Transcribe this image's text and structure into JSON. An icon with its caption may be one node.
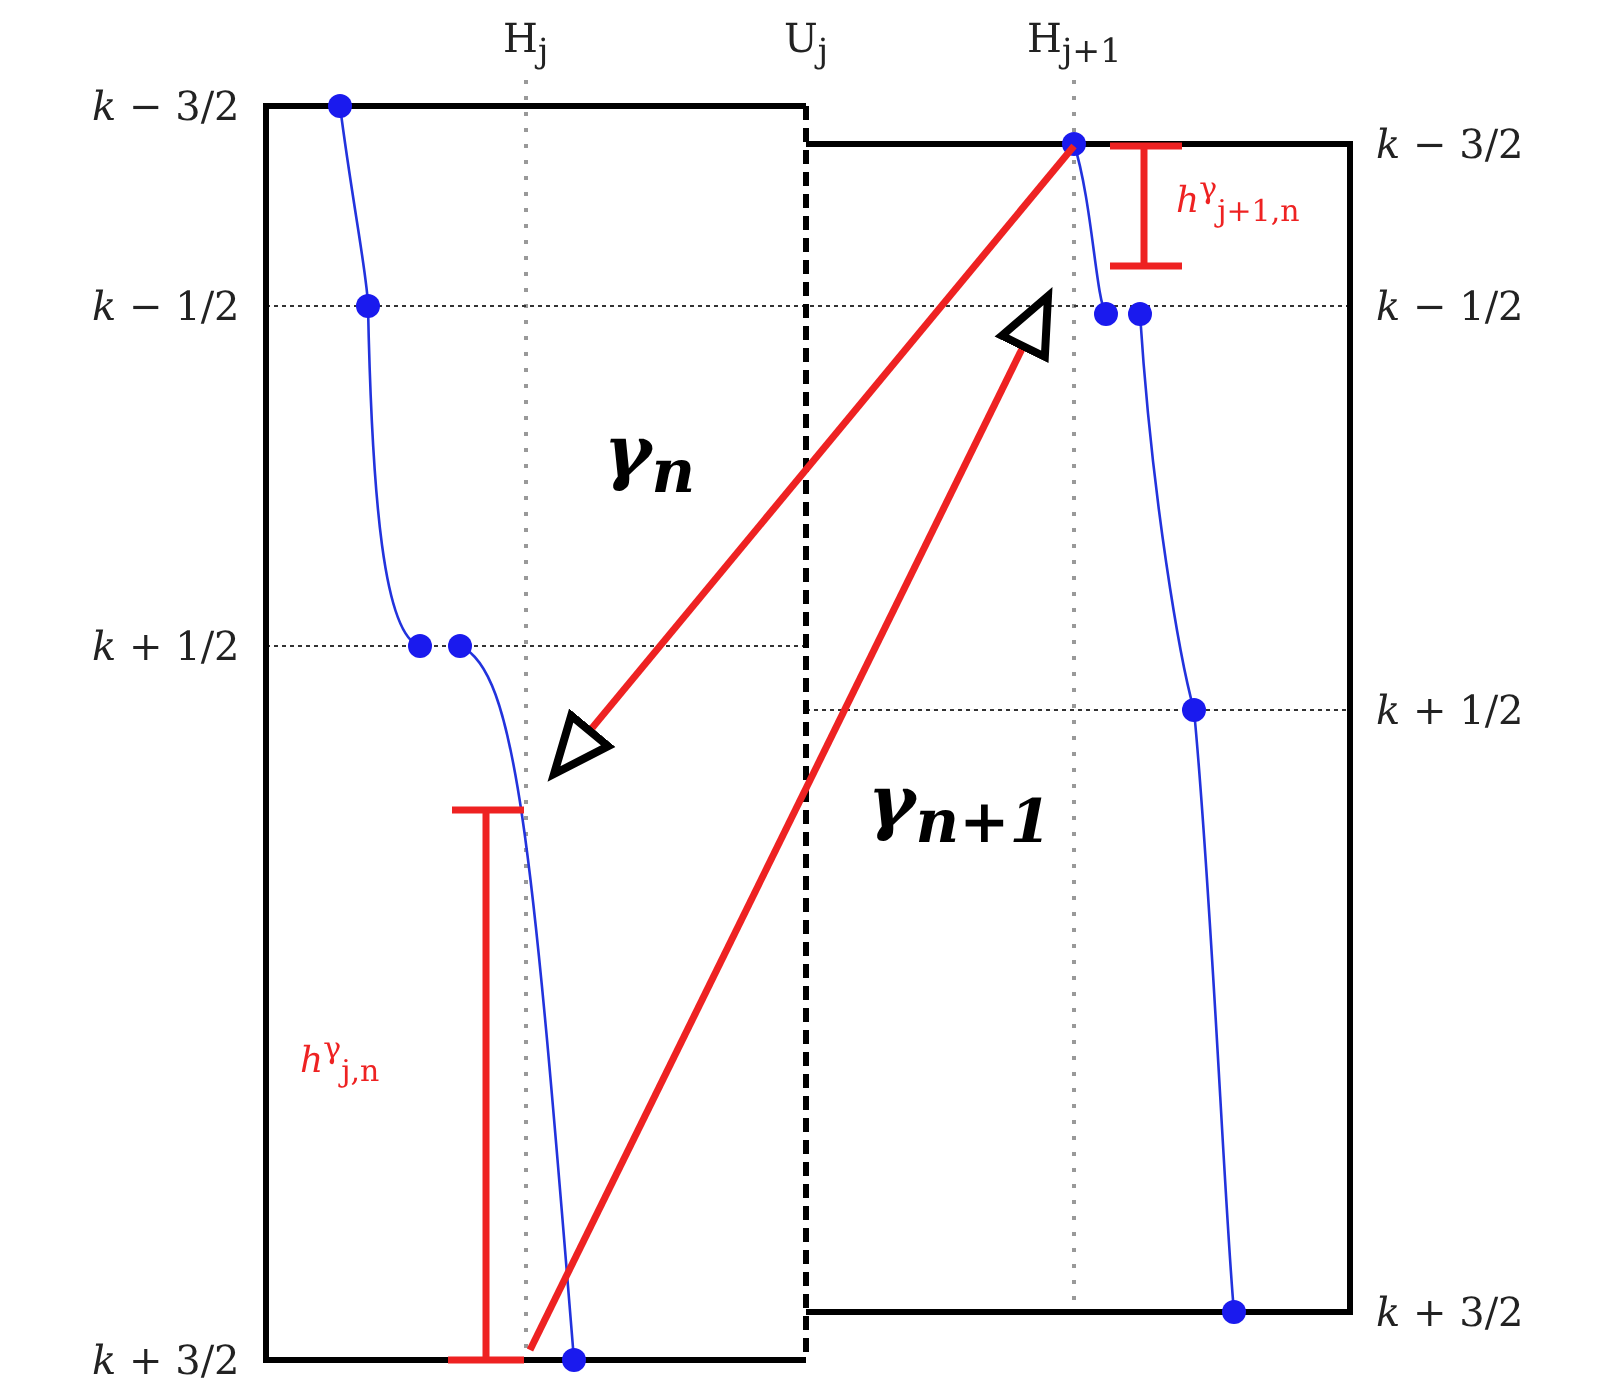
{
  "diagram": {
    "labels": [
      "H$_{j}$",
      "U$_{j}$",
      "H$_{j+1}$",
      "*k* − 3/2",
      "*k* − 3/2",
      "*h*$^{γ}$$_{j+1,n}$",
      "*k* − 1/2",
      "*k* − 1/2",
      "γ$_{n}$",
      "*k* + 1/2",
      "*k* + 1/2",
      "γ$_{n+1}$",
      "*h*$^{γ}$$_{j,n}$",
      "*k* + 3/2",
      "*k* + 3/2"
    ]
  }
}
